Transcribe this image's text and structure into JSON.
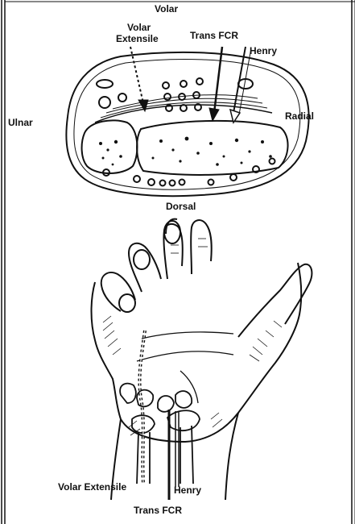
{
  "labels": {
    "volar_top": "Volar",
    "volar_extensile_top_1": "Volar",
    "volar_extensile_top_2": "Extensile",
    "trans_fcr_top": "Trans FCR",
    "henry_top": "Henry",
    "ulnar": "Ulnar",
    "radial": "Radial",
    "dorsal": "Dorsal",
    "volar_extensile_bottom": "Volar Extensile",
    "henry_bottom": "Henry",
    "trans_fcr_bottom": "Trans FCR"
  },
  "colors": {
    "ink": "#111111",
    "background": "#ffffff"
  }
}
